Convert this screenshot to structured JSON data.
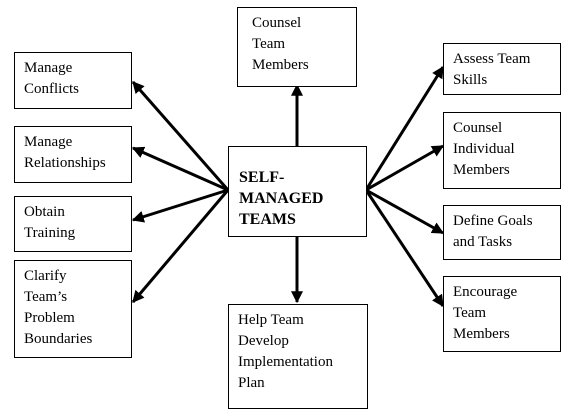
{
  "center": "SELF-\nMANAGED\nTEAMS",
  "top": "Counsel\nTeam\nMembers",
  "bottom": "Help Team\nDevelop\nImplementation\nPlan",
  "left": [
    "Manage\nConflicts",
    "Manage\nRelationships",
    "Obtain\nTraining",
    "Clarify\nTeam’s\nProblem\nBoundaries"
  ],
  "right": [
    "Assess Team\nSkills",
    "Counsel\nIndividual\nMembers",
    "Define Goals\nand Tasks",
    "Encourage\nTeam\nMembers"
  ]
}
